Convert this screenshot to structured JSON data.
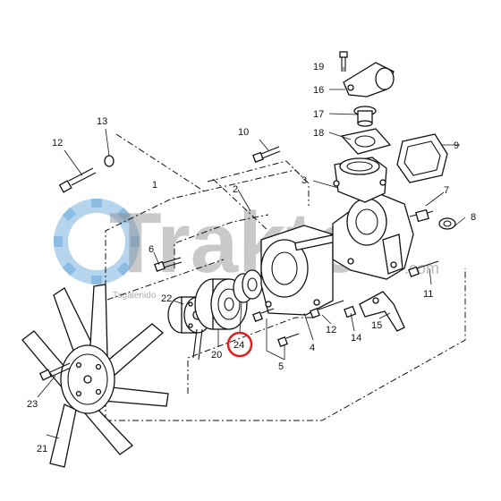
{
  "watermark": {
    "brand": "Traktel",
    "sub": "Tagalenido",
    "domain": ".com"
  },
  "highlight_color": "#e02020",
  "highlighted_part": "24",
  "callouts": {
    "c1": "1",
    "c2": "2",
    "c3": "3",
    "c4": "4",
    "c5": "5",
    "c6": "6",
    "c7": "7",
    "c8": "8",
    "c9": "9",
    "c10": "10",
    "c11": "11",
    "c12a": "12",
    "c12b": "12",
    "c13": "13",
    "c14": "14",
    "c15": "15",
    "c16": "16",
    "c17": "17",
    "c18": "18",
    "c19": "19",
    "c20": "20",
    "c21": "21",
    "c22": "22",
    "c23": "23",
    "c24": "24"
  }
}
